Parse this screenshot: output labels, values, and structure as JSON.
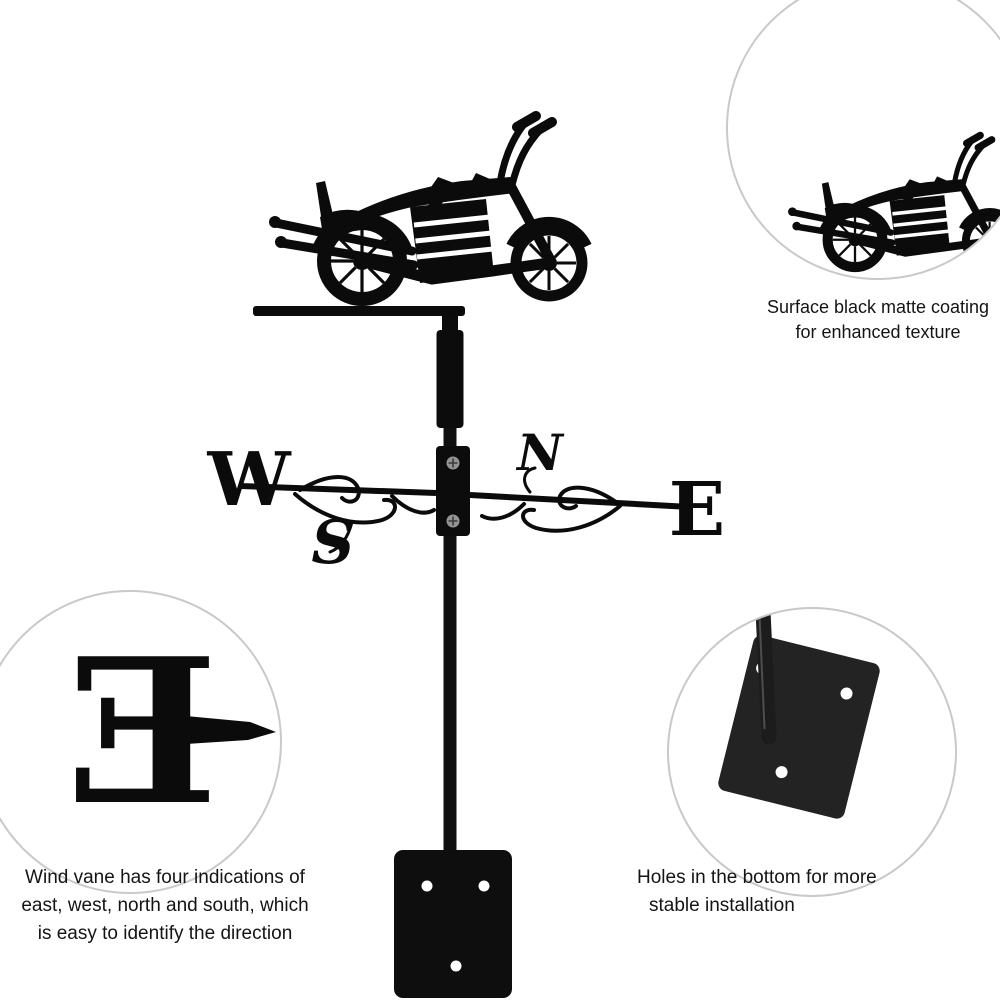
{
  "vane": {
    "letters": {
      "west": "W",
      "east": "E",
      "north": "N",
      "south": "S"
    }
  },
  "zoom": {
    "letter_detail": "E"
  },
  "callouts": {
    "coating": {
      "lines": [
        "Surface black matte coating",
        "for enhanced texture"
      ]
    },
    "directions": {
      "lines": [
        "Wind vane has four indications of",
        "east, west, north and south, which",
        "is easy to identify the direction"
      ]
    },
    "mounting": {
      "lines": [
        "Holes in the bottom for more",
        "stable installation"
      ]
    }
  },
  "colors": {
    "silhouette": "#0b0b0b",
    "background": "#ffffff",
    "circle_border": "#c9c9c9",
    "text": "#141414",
    "screw": "#949494"
  }
}
